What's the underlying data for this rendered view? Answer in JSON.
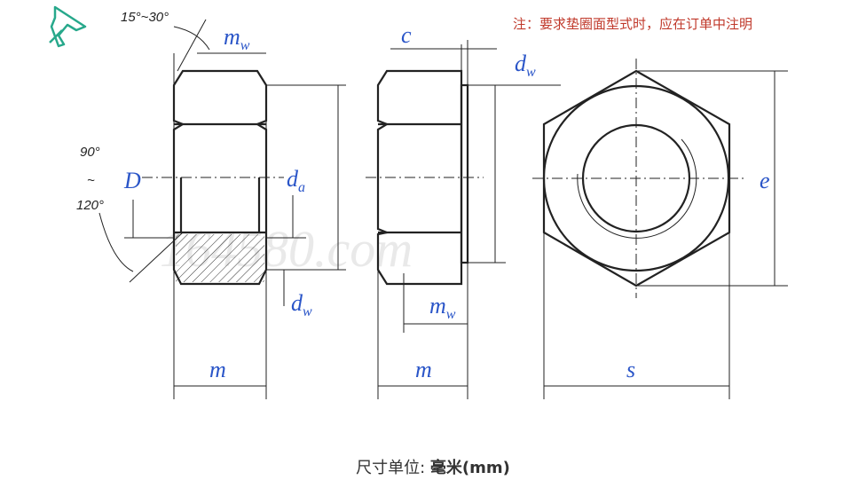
{
  "note": "注：要求垫圈面型式时，应在订单中注明",
  "angles": {
    "chamfer": "15°~30°",
    "countersink_top": "90°",
    "countersink_mid": "~",
    "countersink_bottom": "120°"
  },
  "labels": {
    "m_w_top": "m",
    "m_w_top_sub": "w",
    "D": "D",
    "d_a": "d",
    "d_a_sub": "a",
    "d_w_left": "d",
    "d_w_left_sub": "w",
    "m_left": "m",
    "c": "c",
    "d_w_right": "d",
    "d_w_right_sub": "w",
    "m_w_mid": "m",
    "m_w_mid_sub": "w",
    "m_mid": "m",
    "e": "e",
    "s": "s"
  },
  "watermark": "164580.com",
  "caption": {
    "prefix": "尺寸单位: ",
    "unit": "毫米(mm)"
  },
  "pin_icon": "pushpin-icon",
  "colors": {
    "label": "#2a55c8",
    "note": "#c0392b",
    "icon": "#27a88b"
  }
}
